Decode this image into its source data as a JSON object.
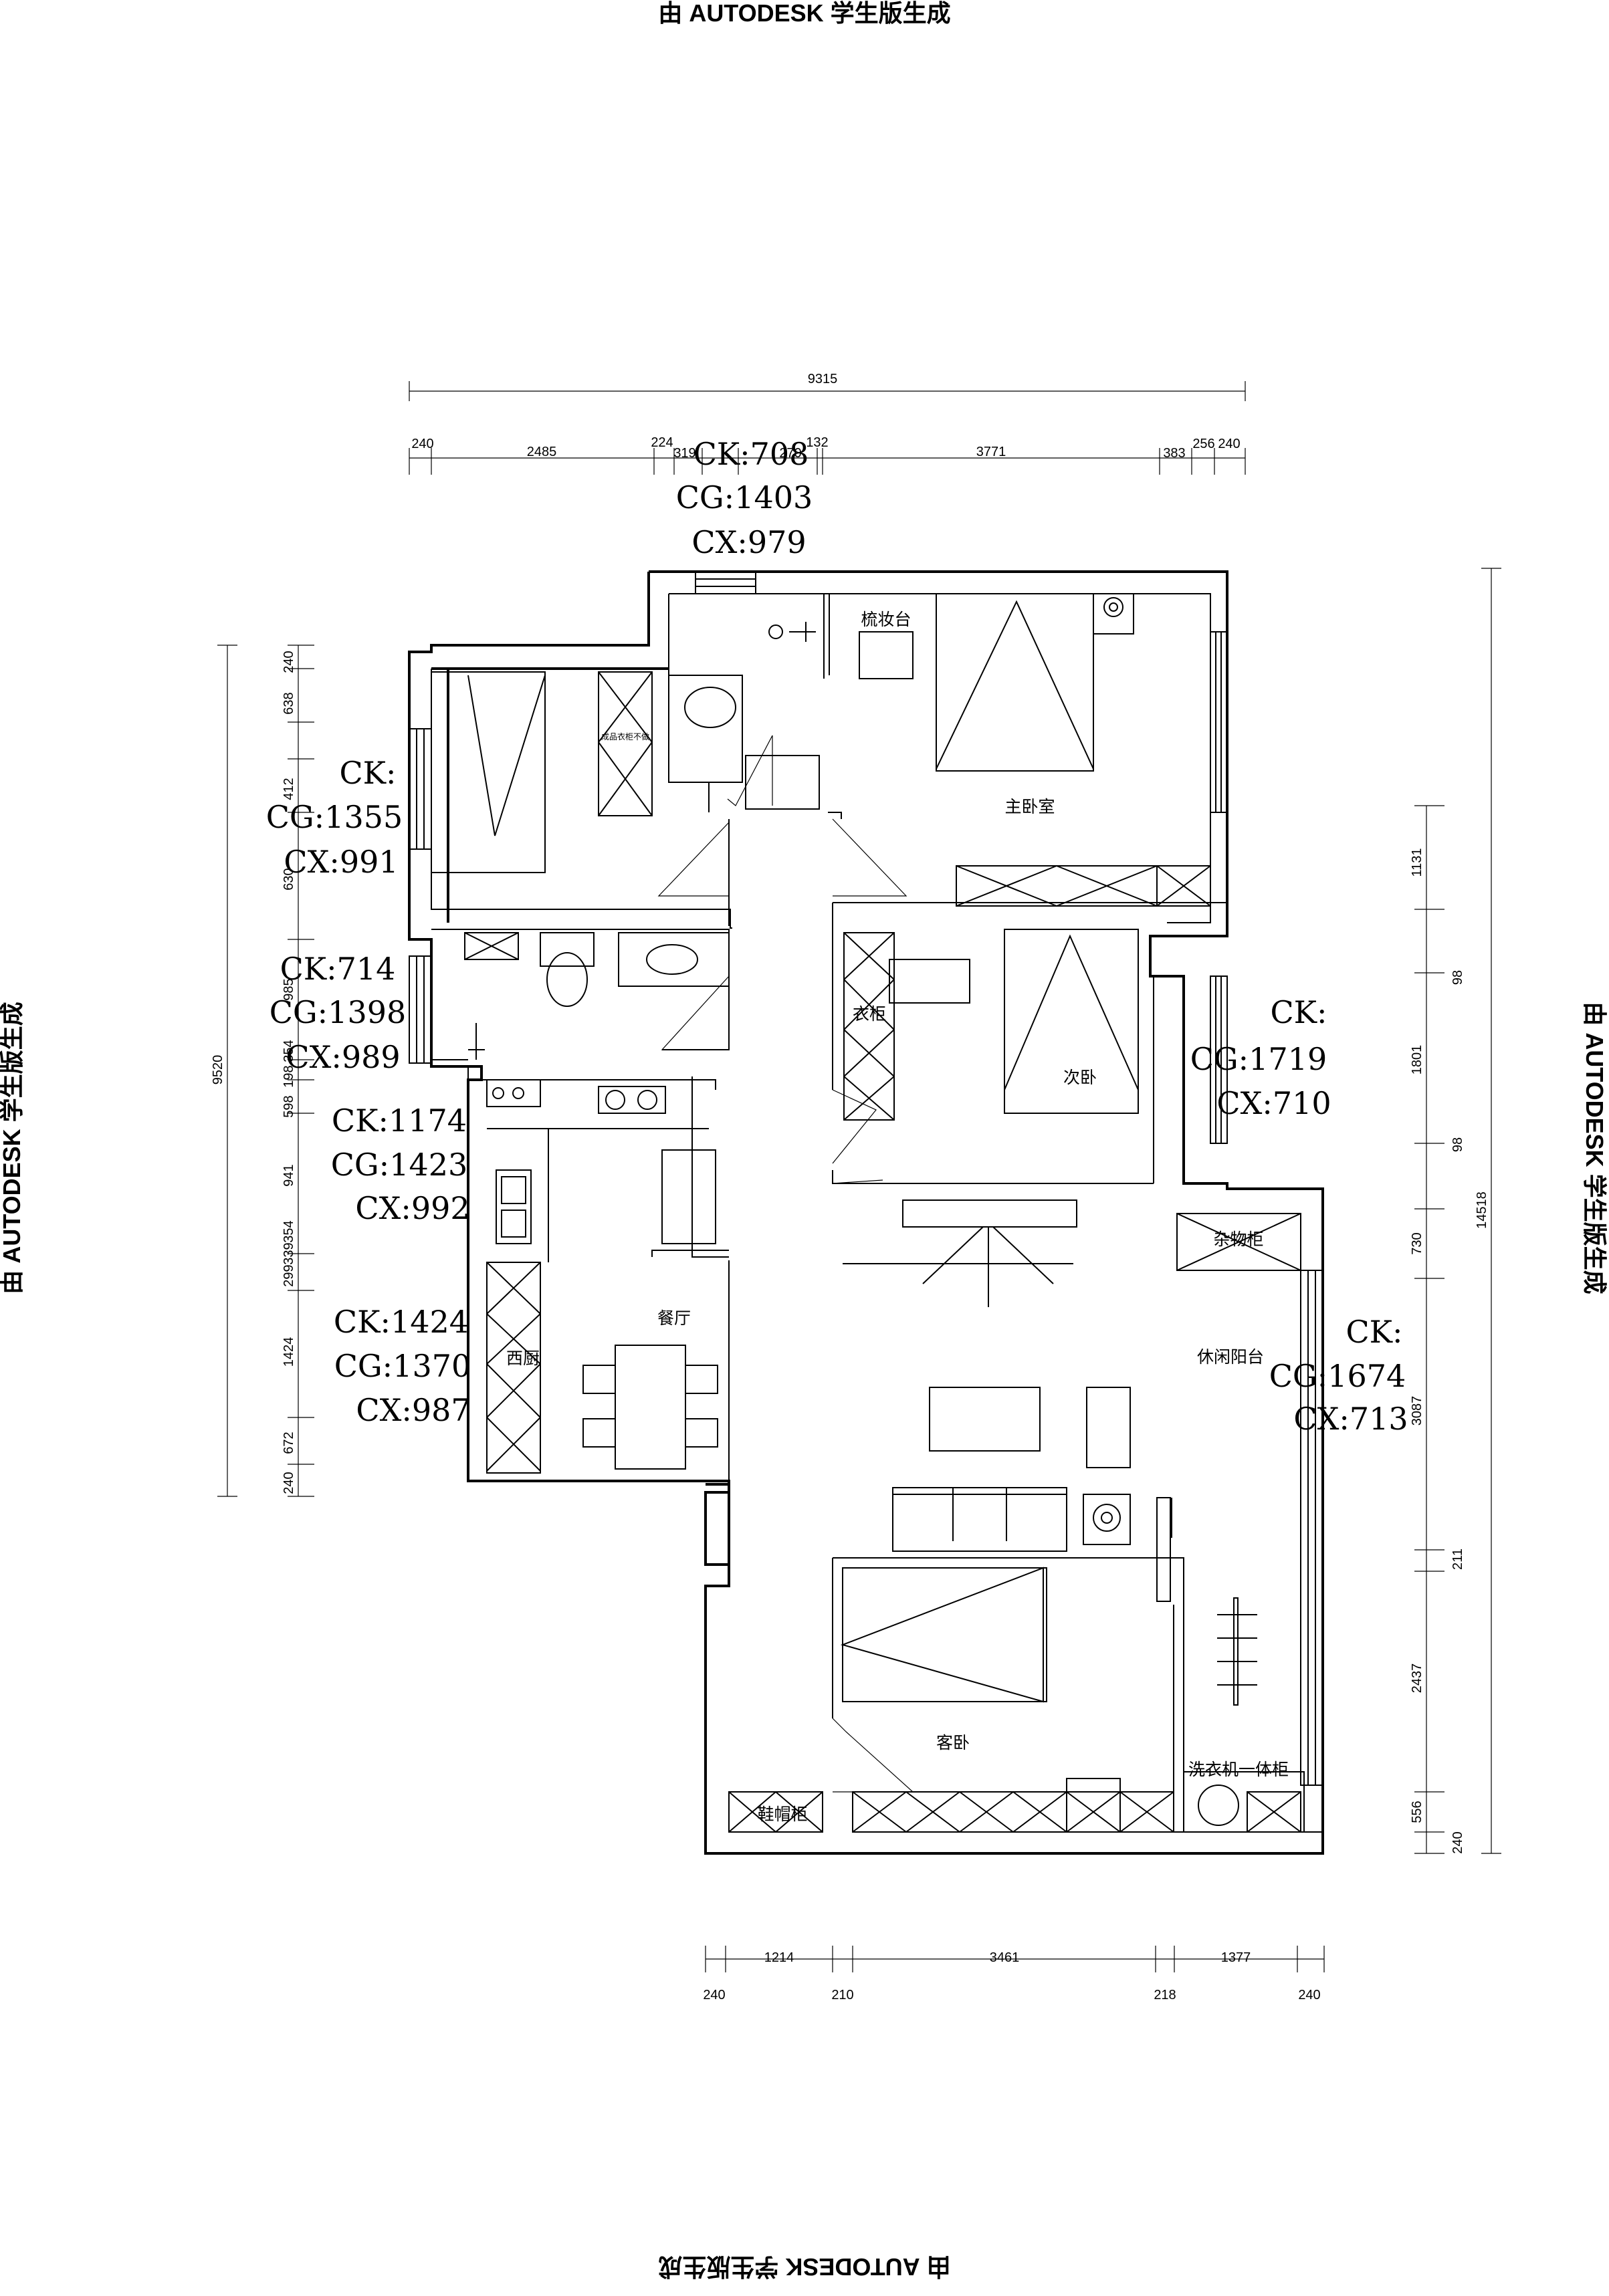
{
  "watermark": "由 AUTODESK 学生版生成",
  "dims": {
    "top_total": "9315",
    "top": [
      "240",
      "2485",
      "224",
      "319",
      "270",
      "132",
      "3771",
      "383",
      "256",
      "240"
    ],
    "left_total": "9520",
    "left": [
      "240",
      "638",
      "412",
      "630",
      "985",
      "354",
      "198",
      "598",
      "941",
      "354",
      "339",
      "299",
      "1424",
      "672",
      "240"
    ],
    "right_total": "14518",
    "right": [
      "1131",
      "98",
      "1801",
      "98",
      "730",
      "3087",
      "211",
      "2437",
      "556",
      "240"
    ],
    "bottom": [
      "1214",
      "3461",
      "1377"
    ],
    "bottom2": [
      "240",
      "210",
      "218",
      "240"
    ]
  },
  "rooms": {
    "master": "主卧室",
    "vanity": "梳妆台",
    "second": "次卧",
    "wardrobe": "衣柜",
    "dining": "餐厅",
    "kitchen": "西厨",
    "leisure_balcony": "休闲阳台",
    "storage": "杂物柜",
    "guest": "客卧",
    "washer": "洗衣机一体柜",
    "shoe": "鞋帽柜",
    "closet_label": "成品衣柜不做"
  },
  "windows": [
    {
      "ck": "CK:708",
      "cg": "CG:1403",
      "cx": "CX:979"
    },
    {
      "ck": "CK:",
      "cg": "CG:1355",
      "cx": "CX:991"
    },
    {
      "ck": "CK:714",
      "cg": "CG:1398",
      "cx": "CX:989"
    },
    {
      "ck": "CK:1174",
      "cg": "CG:1423",
      "cx": "CX:992"
    },
    {
      "ck": "CK:1424",
      "cg": "CG:1370",
      "cx": "CX:987"
    },
    {
      "ck": "CK:",
      "cg": "CG:1719",
      "cx": "CX:710"
    },
    {
      "ck": "CK:",
      "cg": "CG:1674",
      "cx": "CX:713"
    }
  ]
}
